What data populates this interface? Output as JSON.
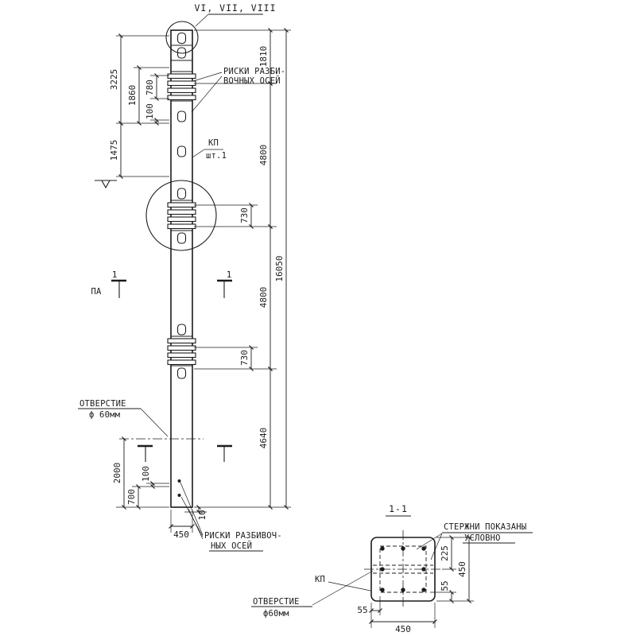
{
  "page": {
    "background": "#ffffff",
    "ink": "#1c1c1c"
  },
  "elevation": {
    "detail_title": "VI, VII, VIII",
    "labels": {
      "axis_marks_top_line1": "РИСКИ РАЗБИ-",
      "axis_marks_top_line2": "ВОЧНЫХ ОСЕЙ",
      "kp": "КП",
      "kp_qty": "шт.1",
      "pa": "ПА",
      "section_cut": "1",
      "hole_line1": "ОТВЕРСТИЕ",
      "hole_line2": "ф 60мм",
      "axis_marks_bottom_line1": "РИСКИ РАЗБИВОЧ-",
      "axis_marks_bottom_line2": "НЫХ ОСЕЙ"
    },
    "dims": {
      "d3225": "3225",
      "d1860": "1860",
      "d780": "780",
      "d100_top": "100",
      "d1475": "1475",
      "d2000": "2000",
      "d100_bottom": "100",
      "d700": "700",
      "d10": "10",
      "d450": "450",
      "d1810": "1810",
      "d4800_upper": "4800",
      "d730_upper": "730",
      "d4800_lower": "4800",
      "d730_lower": "730",
      "d4640": "4640",
      "d16050": "16050"
    }
  },
  "section": {
    "title": "1-1",
    "labels": {
      "rods_line1": "СТЕРЖНИ ПОКАЗАНЫ",
      "rods_line2": "УСЛОВНО",
      "kp": "КП",
      "hole_line1": "ОТВЕРСТИЕ",
      "hole_line2": "ф60мм"
    },
    "dims": {
      "d225": "225",
      "d450_right": "450",
      "d55_right": "55",
      "d55_bottom": "55",
      "d450_bottom": "450"
    }
  }
}
